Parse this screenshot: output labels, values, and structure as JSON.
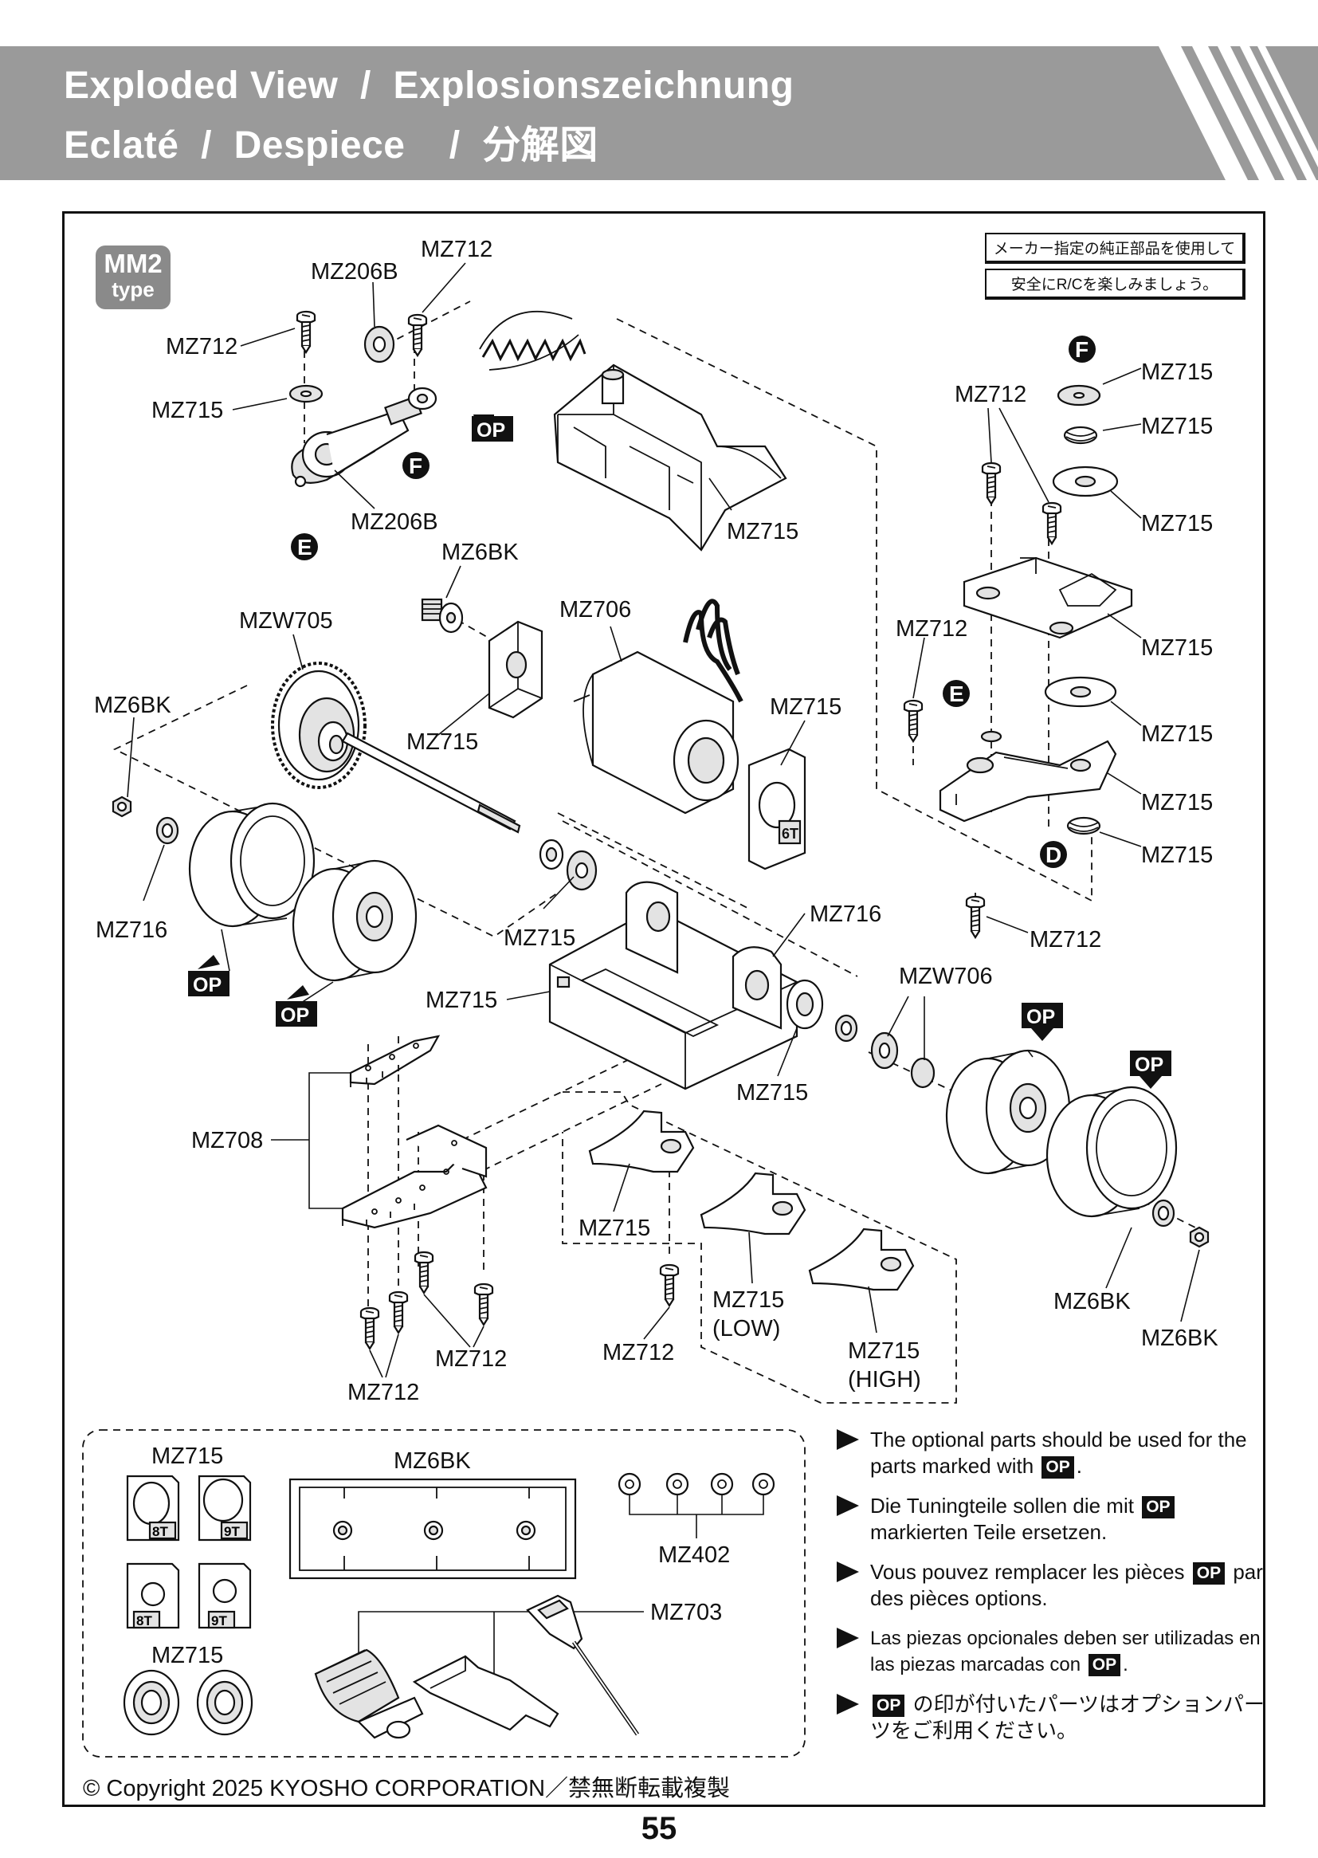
{
  "header": {
    "title_line1": "Exploded View  /  Explosionszeichnung",
    "title_line2": "Eclaté  /  Despiece    /  分解図"
  },
  "badge": {
    "line1": "MM2",
    "line2": "type"
  },
  "notice_jp": [
    "メーカー指定の純正部品を使用して",
    "安全にR/Cを楽しみましょう。"
  ],
  "op_label": "OP",
  "markers": {
    "d": "D",
    "e": "E",
    "f": "F"
  },
  "parts": {
    "mz712": "MZ712",
    "mz206b": "MZ206B",
    "mz715": "MZ715",
    "mz6bk": "MZ6BK",
    "mzw705": "MZW705",
    "mz706": "MZ706",
    "mz716": "MZ716",
    "mzw706": "MZW706",
    "mz708": "MZ708",
    "mz402": "MZ402",
    "mz703": "MZ703",
    "low": "(LOW)",
    "high": "(HIGH)"
  },
  "pinion_marks": {
    "t6": "6T",
    "t8": "8T",
    "t9": "9T"
  },
  "notes": [
    {
      "pre": "The optional parts should be used for the parts marked with ",
      "post": "."
    },
    {
      "pre": "Die Tuningteile sollen die mit ",
      "post": " markierten Teile ersetzen."
    },
    {
      "pre": "Vous pouvez remplacer les pièces ",
      "post": " par des pièces options."
    },
    {
      "pre": "Las piezas opcionales deben ser utilizadas en las piezas marcadas con ",
      "post": "."
    },
    {
      "pre": "",
      "post": " の印が付いたパーツはオプションパーツをご利用ください。"
    }
  ],
  "copyright": "© Copyright 2025 KYOSHO CORPORATION／禁無断転載複製",
  "page_number": "55"
}
